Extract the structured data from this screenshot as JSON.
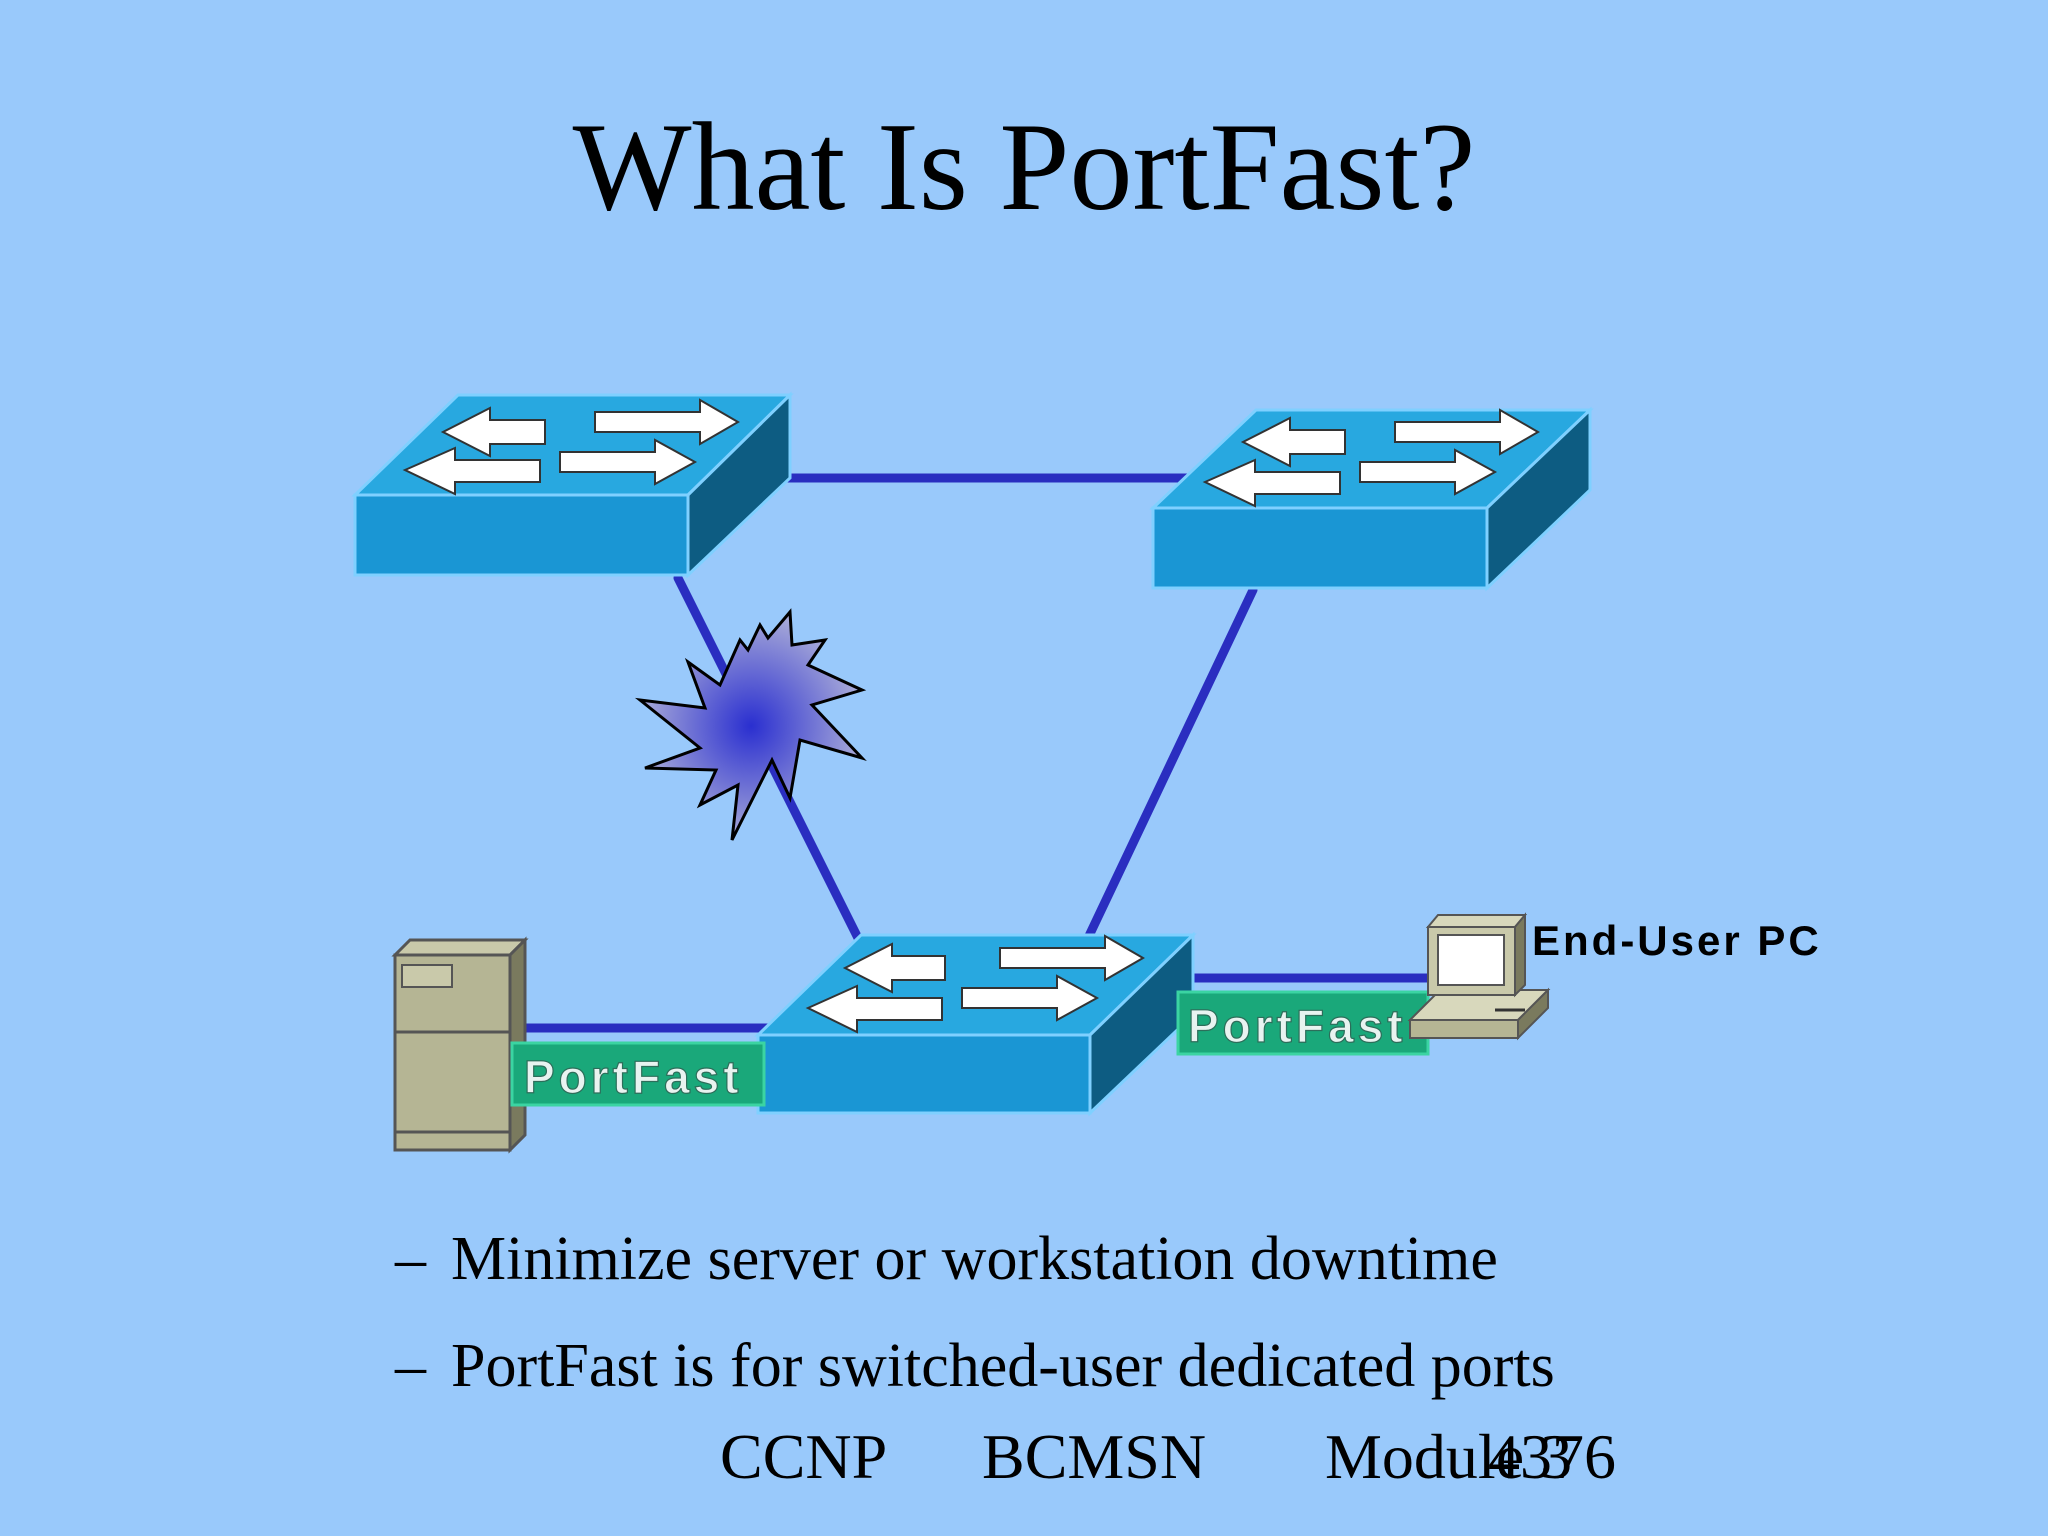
{
  "title": "What Is PortFast?",
  "diagram": {
    "switches": [
      "switch-top-left",
      "switch-top-right",
      "switch-bottom"
    ],
    "portfast_labels": [
      "PortFast",
      "PortFast"
    ],
    "end_user_label": "End-User PC",
    "icons": [
      "switch-icon",
      "explosion-icon",
      "server-icon",
      "pc-icon"
    ]
  },
  "bullets": [
    "Minimize server or workstation downtime",
    "PortFast is for switched-user dedicated ports"
  ],
  "bullet_marker": "–",
  "footer": {
    "course": "CCNP",
    "exam": "BCMSN",
    "module": "Module 3",
    "page": "4376"
  },
  "colors": {
    "background": "#99c9fb",
    "switch_top": "#28a8e0",
    "switch_front": "#1a96d4",
    "switch_side": "#0d5c82",
    "link": "#2a2ec0",
    "portfast_box": "#1aa87a"
  }
}
